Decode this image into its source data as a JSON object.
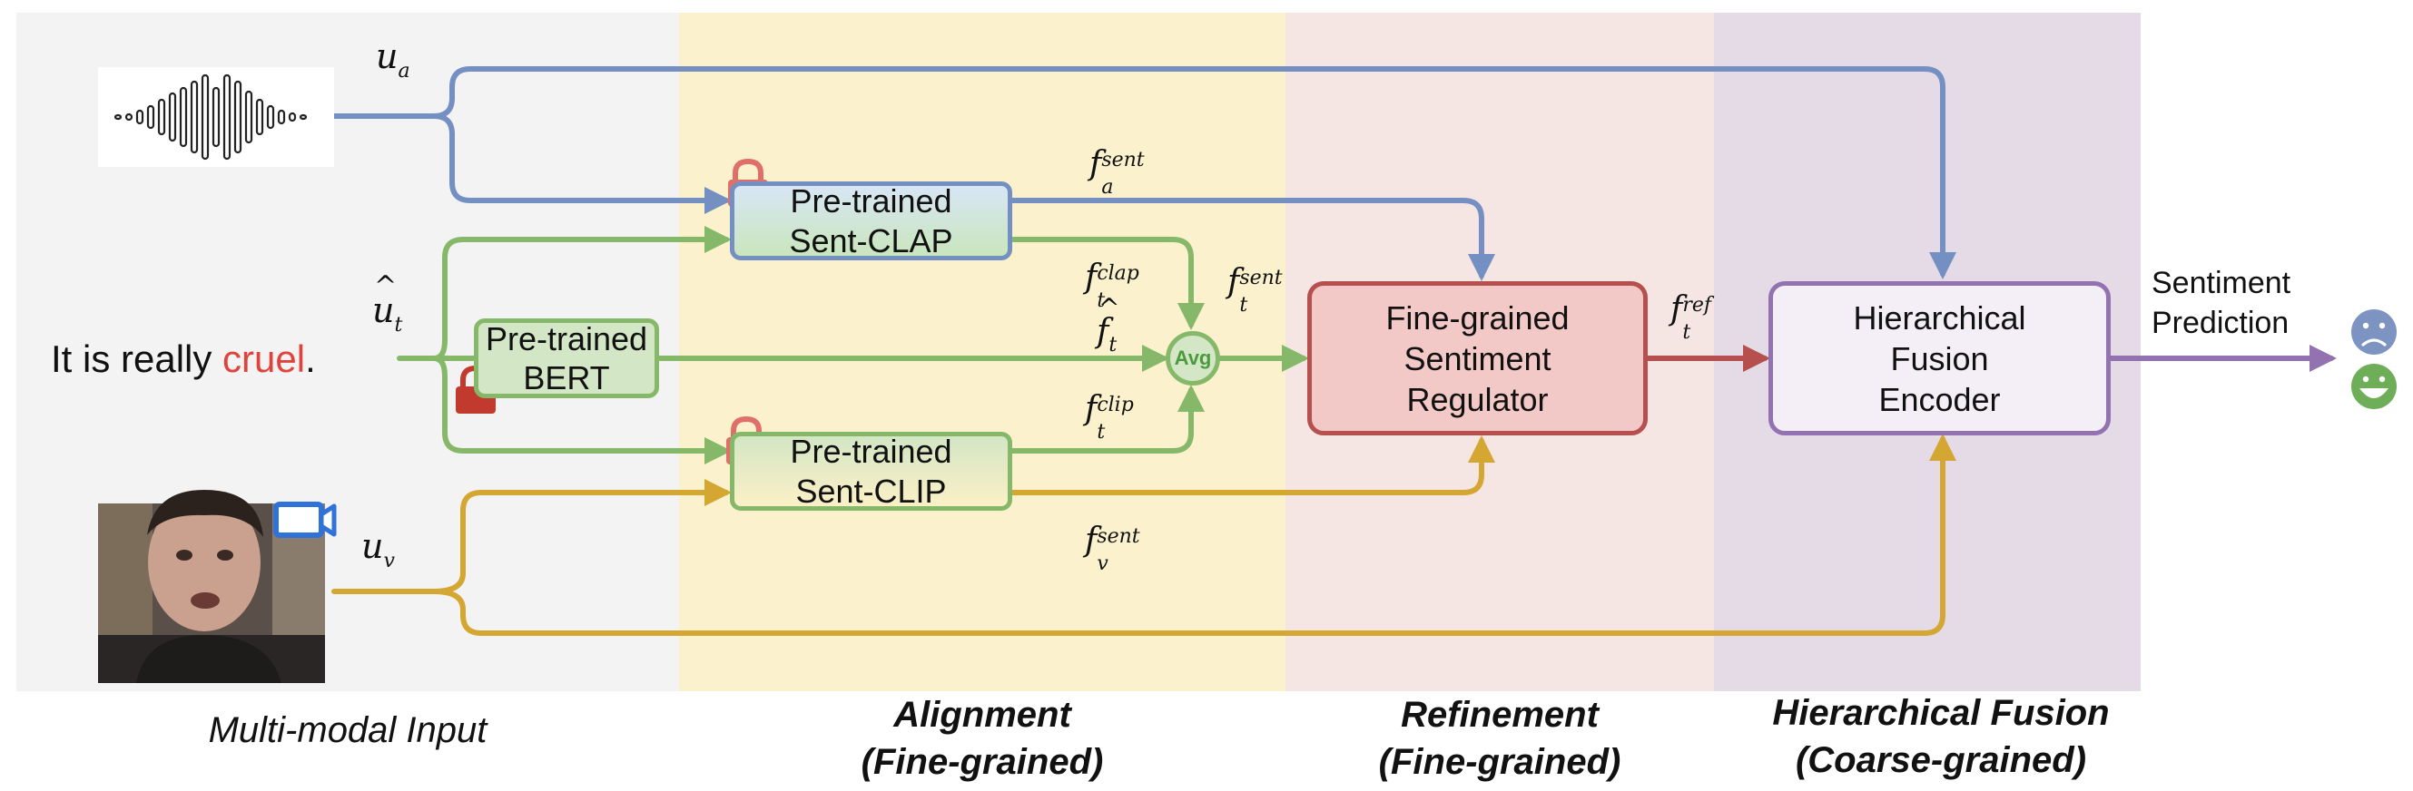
{
  "title": "",
  "stages": {
    "input": "Multi-modal Input",
    "alignment": [
      "Alignment",
      "(Fine-grained)"
    ],
    "refinement": [
      "Refinement",
      "(Fine-grained)"
    ],
    "fusion": [
      "Hierarchical Fusion",
      "(Coarse-grained)"
    ]
  },
  "input": {
    "sentence_prefix": "It is really ",
    "sentence_highlight": "cruel",
    "sentence_suffix": "."
  },
  "boxes": {
    "clap": [
      "Pre-trained",
      "Sent-CLAP"
    ],
    "bert": [
      "Pre-trained",
      "BERT"
    ],
    "clip": [
      "Pre-trained",
      "Sent-CLIP"
    ],
    "avg": "Avg",
    "regulator": [
      "Fine-grained",
      "Sentiment",
      "Regulator"
    ],
    "encoder": [
      "Hierarchical",
      "Fusion",
      "Encoder"
    ]
  },
  "output": {
    "label": [
      "Sentiment",
      "Prediction"
    ]
  },
  "symbols": {
    "u": "u",
    "f": "f",
    "a": "a",
    "t": "t",
    "v": "v",
    "sent": "sent",
    "clap": "clap",
    "clip": "clip",
    "ref": "ref"
  },
  "colors": {
    "audio": "#7490c2",
    "text": "#86b86a",
    "vision": "#d4a632",
    "refine": "#b5504e",
    "output": "#9272b0",
    "lock": "#e06f6a",
    "highlight": "#e0423c"
  }
}
